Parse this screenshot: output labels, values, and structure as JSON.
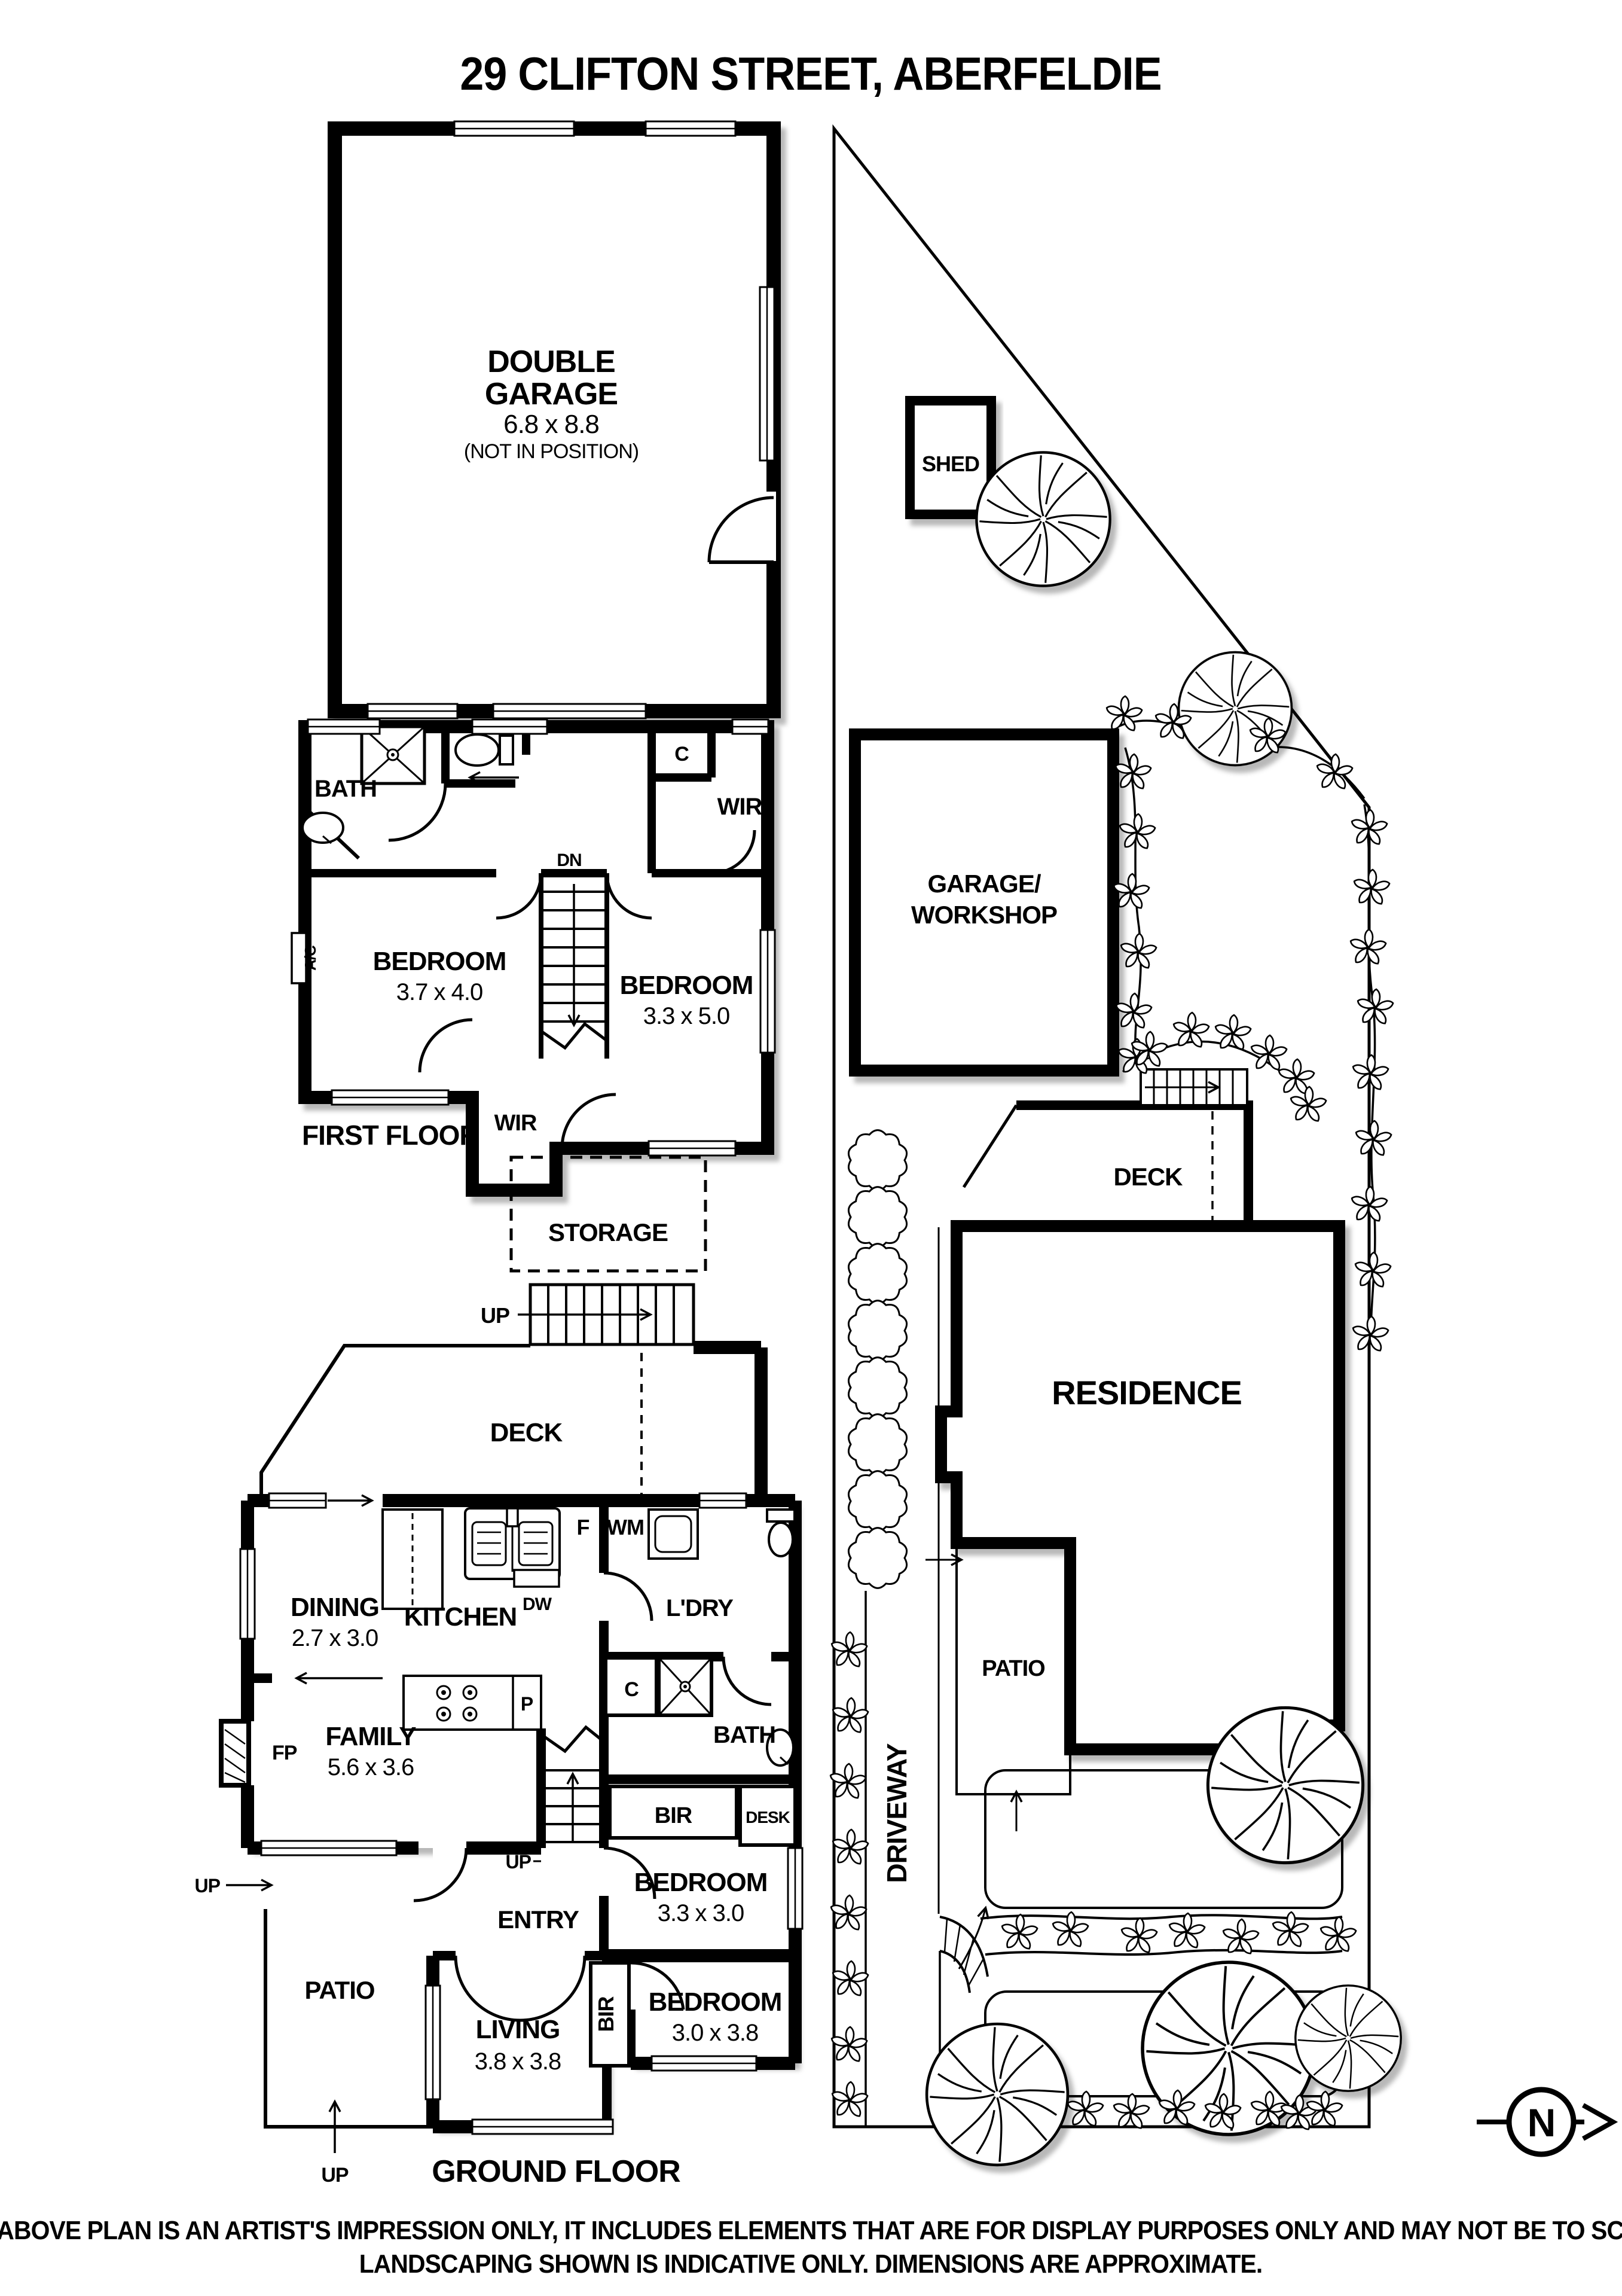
{
  "title": "29 CLIFTON STREET, ABERFELDIE",
  "garage": {
    "l1": "DOUBLE",
    "l2": "GARAGE",
    "dims": "6.8 x 8.8",
    "note": "(NOT IN POSITION)"
  },
  "ff": {
    "label": "FIRST FLOOR",
    "bath": "BATH",
    "c": "C",
    "wir": "WIR",
    "dn": "DN",
    "bed1": "BEDROOM",
    "bed1d": "3.7 x 4.0",
    "ac": "A/C",
    "bed2": "BEDROOM",
    "bed2d": "3.3 x 5.0",
    "wir2": "WIR"
  },
  "mid": {
    "storage": "STORAGE",
    "up": "UP",
    "deck": "DECK"
  },
  "gf": {
    "label": "GROUND FLOOR",
    "dining": "DINING",
    "diningd": "2.7 x 3.0",
    "kitchen": "KITCHEN",
    "dw": "DW",
    "f": "F",
    "wm": "WM",
    "ldry": "L'DRY",
    "p": "P",
    "c": "C",
    "bath": "BATH",
    "family": "FAMILY",
    "familyd": "5.6 x 3.6",
    "fp": "FP",
    "bir": "BIR",
    "desk": "DESK",
    "bed3": "BEDROOM",
    "bed3d": "3.3 x 3.0",
    "upstair": "UP",
    "upleft": "UP",
    "entry": "ENTRY",
    "patio": "PATIO",
    "uppatio": "UP",
    "living": "LIVING",
    "livingd": "3.8 x 3.8",
    "bir2": "BIR",
    "bed4": "BEDROOM",
    "bed4d": "3.0 x 3.8"
  },
  "site": {
    "shed": "SHED",
    "gw1": "GARAGE/",
    "gw2": "WORKSHOP",
    "deck": "DECK",
    "residence": "RESIDENCE",
    "patio": "PATIO",
    "driveway": "DRIVEWAY",
    "n": "N"
  },
  "disc": {
    "l1": "THE ABOVE PLAN IS AN ARTIST'S IMPRESSION ONLY, IT INCLUDES ELEMENTS THAT ARE FOR DISPLAY PURPOSES ONLY AND MAY NOT BE TO SCALE.",
    "l2": "LANDSCAPING SHOWN IS INDICATIVE ONLY. DIMENSIONS ARE APPROXIMATE."
  }
}
